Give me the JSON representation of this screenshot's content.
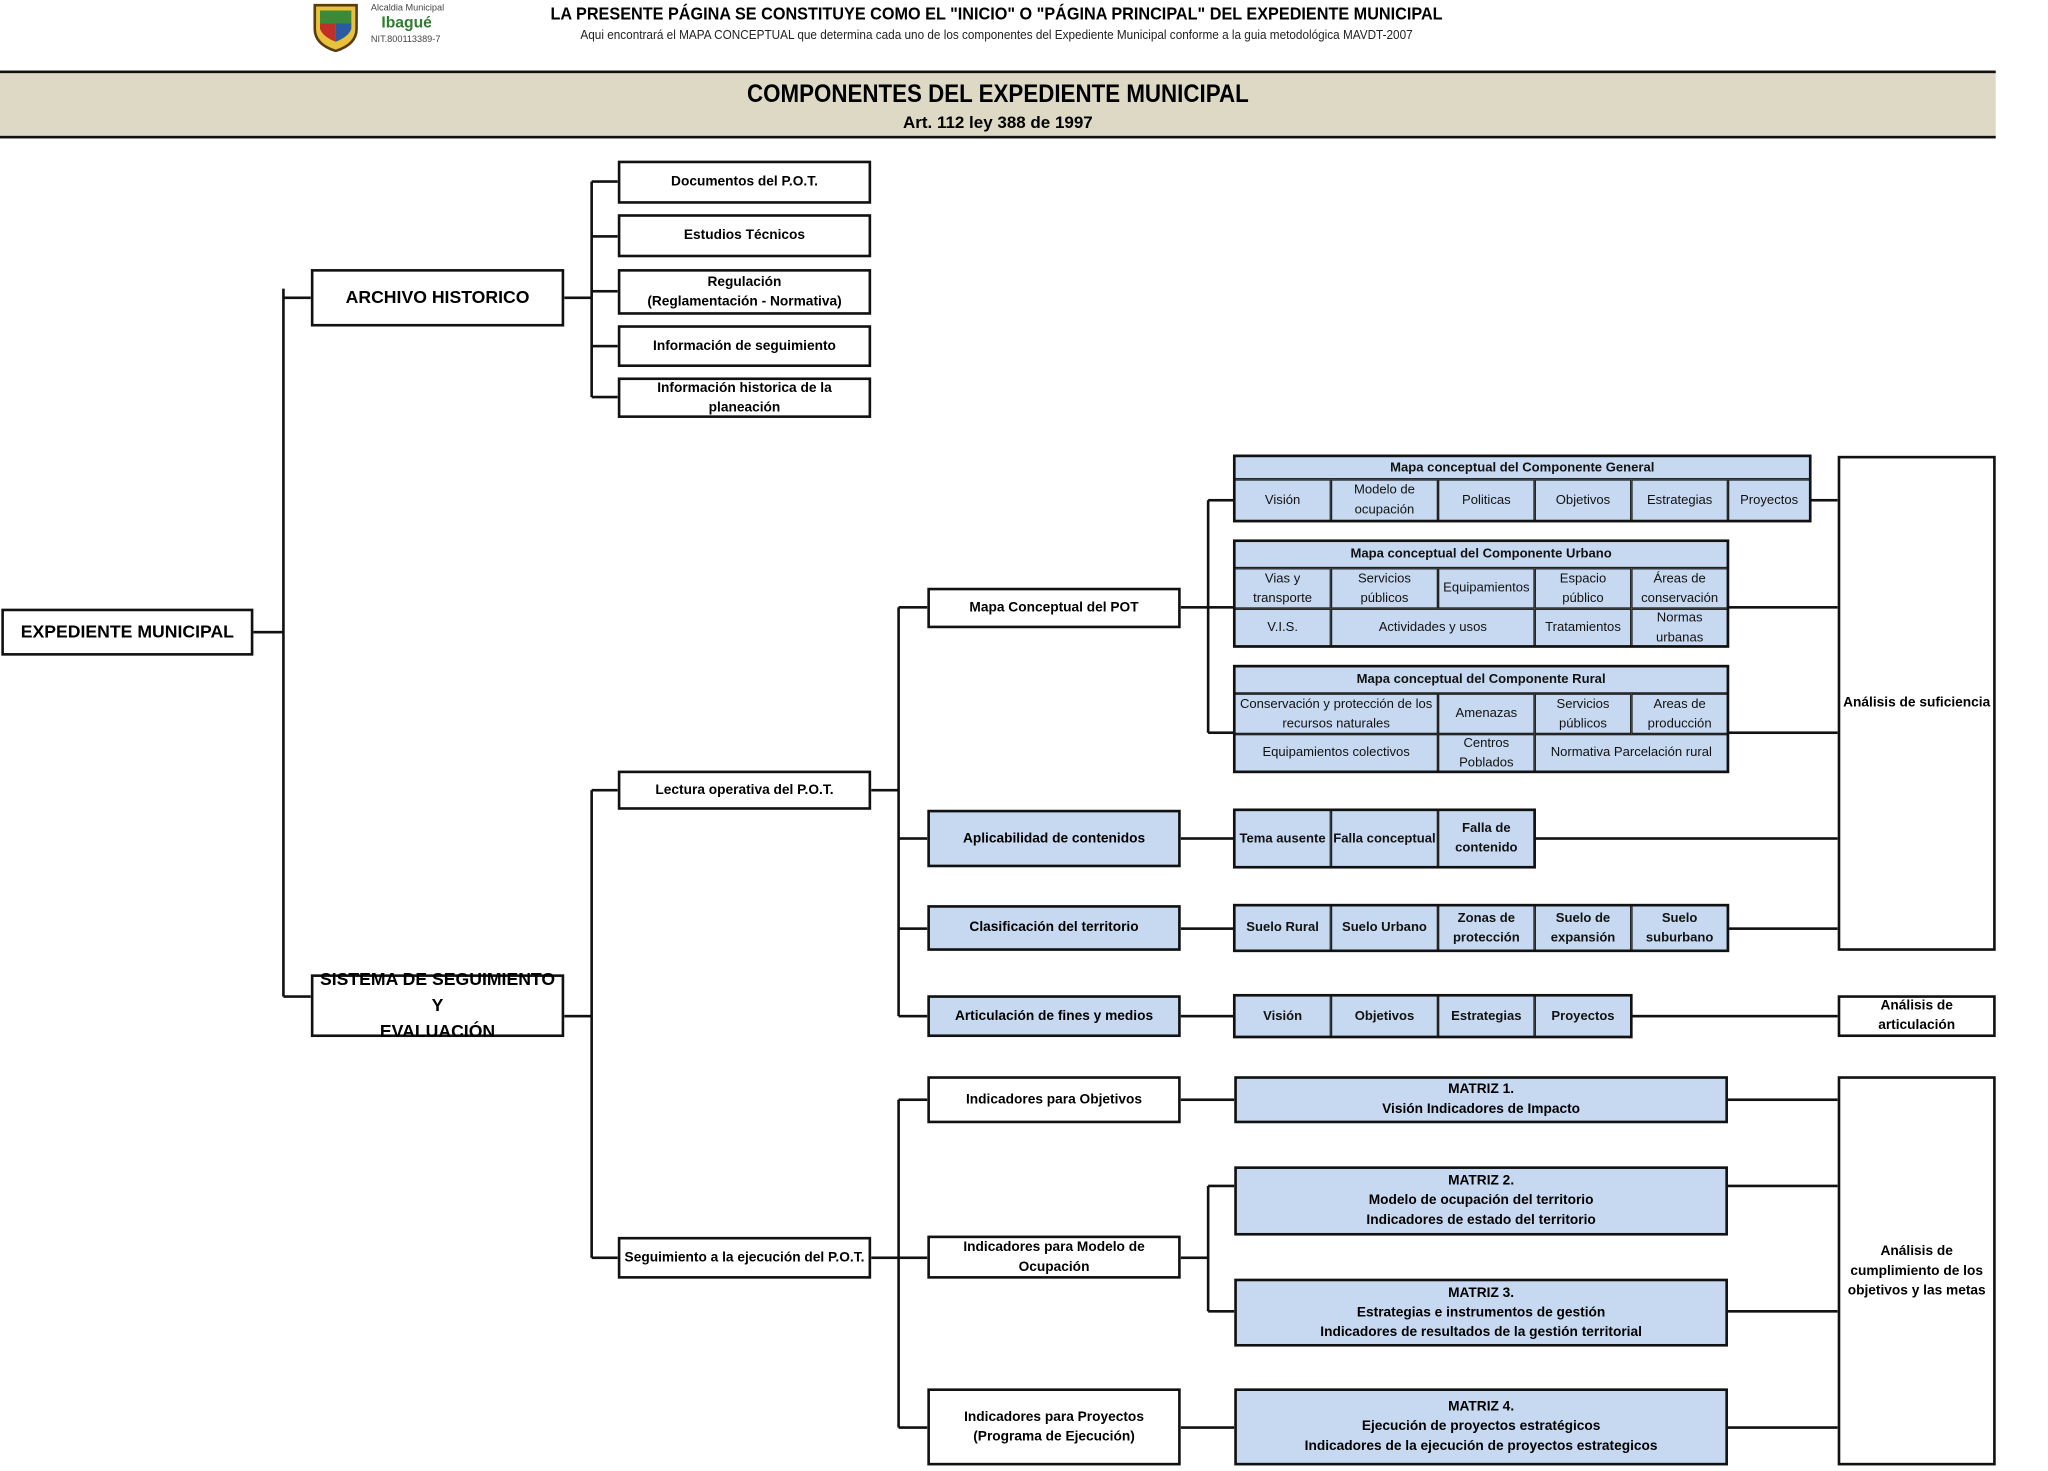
{
  "header": {
    "logo_line1": "Alcaldia Municipal",
    "logo_name": "Ibagué",
    "logo_nit": "NIT.800113389-7",
    "title": "LA PRESENTE PÁGINA SE CONSTITUYE COMO EL \"INICIO\" O \"PÁGINA PRINCIPAL\" DEL EXPEDIENTE MUNICIPAL",
    "subtitle": "Aqui encontrará el MAPA CONCEPTUAL que determina cada uno de los componentes del Expediente Municipal conforme a la guia metodológica  MAVDT-2007"
  },
  "banner": {
    "title": "COMPONENTES DEL EXPEDIENTE MUNICIPAL",
    "subtitle": "Art. 112  ley 388 de 1997"
  },
  "nodes": {
    "expediente": "EXPEDIENTE MUNICIPAL",
    "archivo": "ARCHIVO HISTORICO",
    "sistema": "SISTEMA DE SEGUIMIENTO Y\nEVALUACIÓN",
    "lectura": "Lectura operativa del P.O.T.",
    "seguimiento": "Seguimiento a la ejecución del P.O.T."
  },
  "archivo_children": [
    "Documentos del P.O.T.",
    "Estudios Técnicos",
    "Regulación\n(Reglamentación - Normativa)",
    "Información de seguimiento",
    "Información historica de la planeación"
  ],
  "lectura_children": [
    "Mapa Conceptual del POT",
    "Aplicabilidad de contenidos",
    "Clasificación del territorio",
    "Articulación de fines y medios"
  ],
  "general": {
    "title": "Mapa conceptual del Componente General",
    "cells": [
      "Visión",
      "Modelo de\nocupación",
      "Politicas",
      "Objetivos",
      "Estrategias",
      "Proyectos"
    ]
  },
  "urbano": {
    "title": "Mapa conceptual del  Componente Urbano",
    "cells": [
      "Vias y\ntransporte",
      "Servicios\npúblicos",
      "Equipamientos",
      "Espacio\npúblico",
      "Áreas de\nconservación",
      "V.I.S.",
      "Actividades y usos",
      "Tratamientos",
      "Normas\nurbanas"
    ]
  },
  "rural": {
    "title": "Mapa conceptual del  Componente Rural",
    "cells": [
      "Conservación y protección de los\nrecursos naturales",
      "Amenazas",
      "Servicios\npúblicos",
      "Areas de\nproducción",
      "Equipamientos colectivos",
      "Centros\nPoblados",
      "Normativa Parcelación rural"
    ]
  },
  "aplicabilidad_cells": [
    "Tema ausente",
    "Falla conceptual",
    "Falla de\ncontenido"
  ],
  "clasificacion_cells": [
    "Suelo Rural",
    "Suelo Urbano",
    "Zonas de\nprotección",
    "Suelo de\nexpansión",
    "Suelo\nsuburbano"
  ],
  "articulacion_cells": [
    "Visión",
    "Objetivos",
    "Estrategias",
    "Proyectos"
  ],
  "seguimiento_children": [
    "Indicadores para Objetivos",
    "Indicadores para Modelo de Ocupación",
    "Indicadores para Proyectos\n(Programa de Ejecución)"
  ],
  "matrices": [
    "MATRIZ 1.\nVisión Indicadores de Impacto",
    "MATRIZ 2.\nModelo de ocupación del territorio\nIndicadores de estado del territorio",
    "MATRIZ 3.\nEstrategias e instrumentos de gestión\nIndicadores de resultados de la gestión territorial",
    "MATRIZ 4.\nEjecución de proyectos estratégicos\nIndicadores de la ejecución de proyectos estrategicos"
  ],
  "analisis": {
    "suficiencia": "Análisis de suficiencia",
    "articulacion": "Análisis de articulación",
    "cumplimiento": "Análisis de\ncumplimiento de los\nobjetivos y las metas"
  },
  "colors": {
    "banner": "#ddd9c4",
    "cell_fill": "#c6d9f1",
    "line": "#111111"
  }
}
